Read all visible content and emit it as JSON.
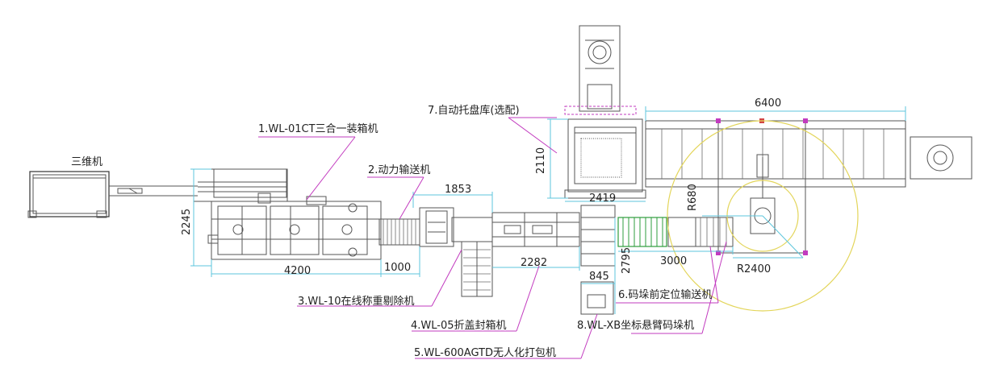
{
  "labels": {
    "sanwei": "三维机",
    "item1": "1.WL-01CT三合一装箱机",
    "item2": "2.动力输送机",
    "item3": "3.WL-10在线称重剔除机",
    "item4": "4.WL-05折盖封箱机",
    "item5": "5.WL-600AGTD无人化打包机",
    "item6": "6.码垛前定位输送机",
    "item7": "7.自动托盘库(选配)",
    "item8": "8.WL-XB坐标悬臂码垛机"
  },
  "dimensions": {
    "d6400": "6400",
    "d2110": "2110",
    "d2419": "2419",
    "d1853": "1853",
    "d2245": "2245",
    "d4200": "4200",
    "d1000": "1000",
    "d2282": "2282",
    "d845": "845",
    "d2795": "2795",
    "d3000": "3000",
    "r680": "R680",
    "r2400": "R2400"
  },
  "colors": {
    "dimension_line": "#5ec6dc",
    "leader_line": "#c23bbf",
    "robot_range": "#e3d55a",
    "conveyor_green": "#2e9c3c",
    "equipment": "#555555"
  }
}
